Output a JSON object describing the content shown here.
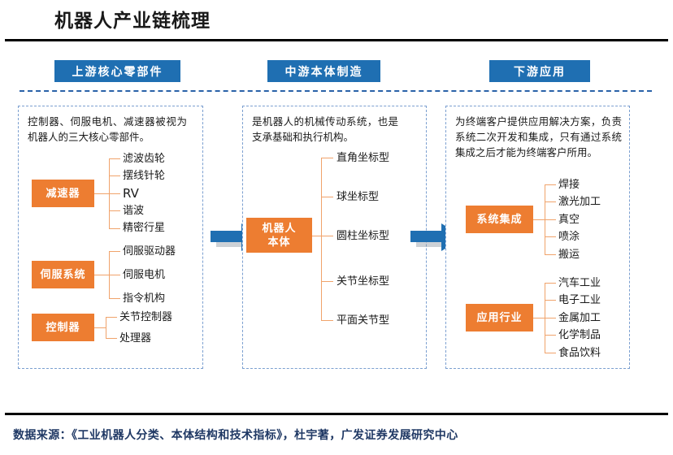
{
  "title": "机器人产业链梳理",
  "colors": {
    "banner_blue": "#1F6FB2",
    "chip_orange": "#ED7D31",
    "tree_line": "#F0A36B",
    "panel_border": "#7b9fd0",
    "arrow_blue": "#1F6FB2",
    "source_text": "#1F3864"
  },
  "banners": {
    "upstream": "上游核心零部件",
    "midstream": "中游本体制造",
    "downstream": "下游应用"
  },
  "panels": {
    "upstream": {
      "description": "控制器、伺服电机、减速器被视为机器人的三大核心零部件。",
      "groups": [
        {
          "chip": "减速器",
          "leaves": [
            "滤波齿轮",
            "摆线针轮",
            "RV",
            "谐波",
            "精密行星"
          ]
        },
        {
          "chip": "伺服系统",
          "leaves": [
            "伺服驱动器",
            "伺服电机",
            "指令机构"
          ]
        },
        {
          "chip": "控制器",
          "leaves": [
            "关节控制器",
            "处理器"
          ]
        }
      ]
    },
    "midstream": {
      "description": "是机器人的机械传动系统，也是支承基础和执行机构。",
      "groups": [
        {
          "chip": "机器人\n本体",
          "leaves": [
            "直角坐标型",
            "球坐标型",
            "圆柱坐标型",
            "关节坐标型",
            "平面关节型"
          ]
        }
      ]
    },
    "downstream": {
      "description": "为终端客户提供应用解决方案，负责系统二次开发和集成，只有通过系统集成之后才能为终端客户所用。",
      "groups": [
        {
          "chip": "系统集成",
          "leaves": [
            "焊接",
            "激光加工",
            "真空",
            "喷涂",
            "搬运"
          ]
        },
        {
          "chip": "应用行业",
          "leaves": [
            "汽车工业",
            "电子工业",
            "金属加工",
            "化学制品",
            "食品饮料"
          ]
        }
      ]
    }
  },
  "source": "数据来源：《工业机器人分类、本体结构和技术指标》，杜宇著，广发证券发展研究中心"
}
